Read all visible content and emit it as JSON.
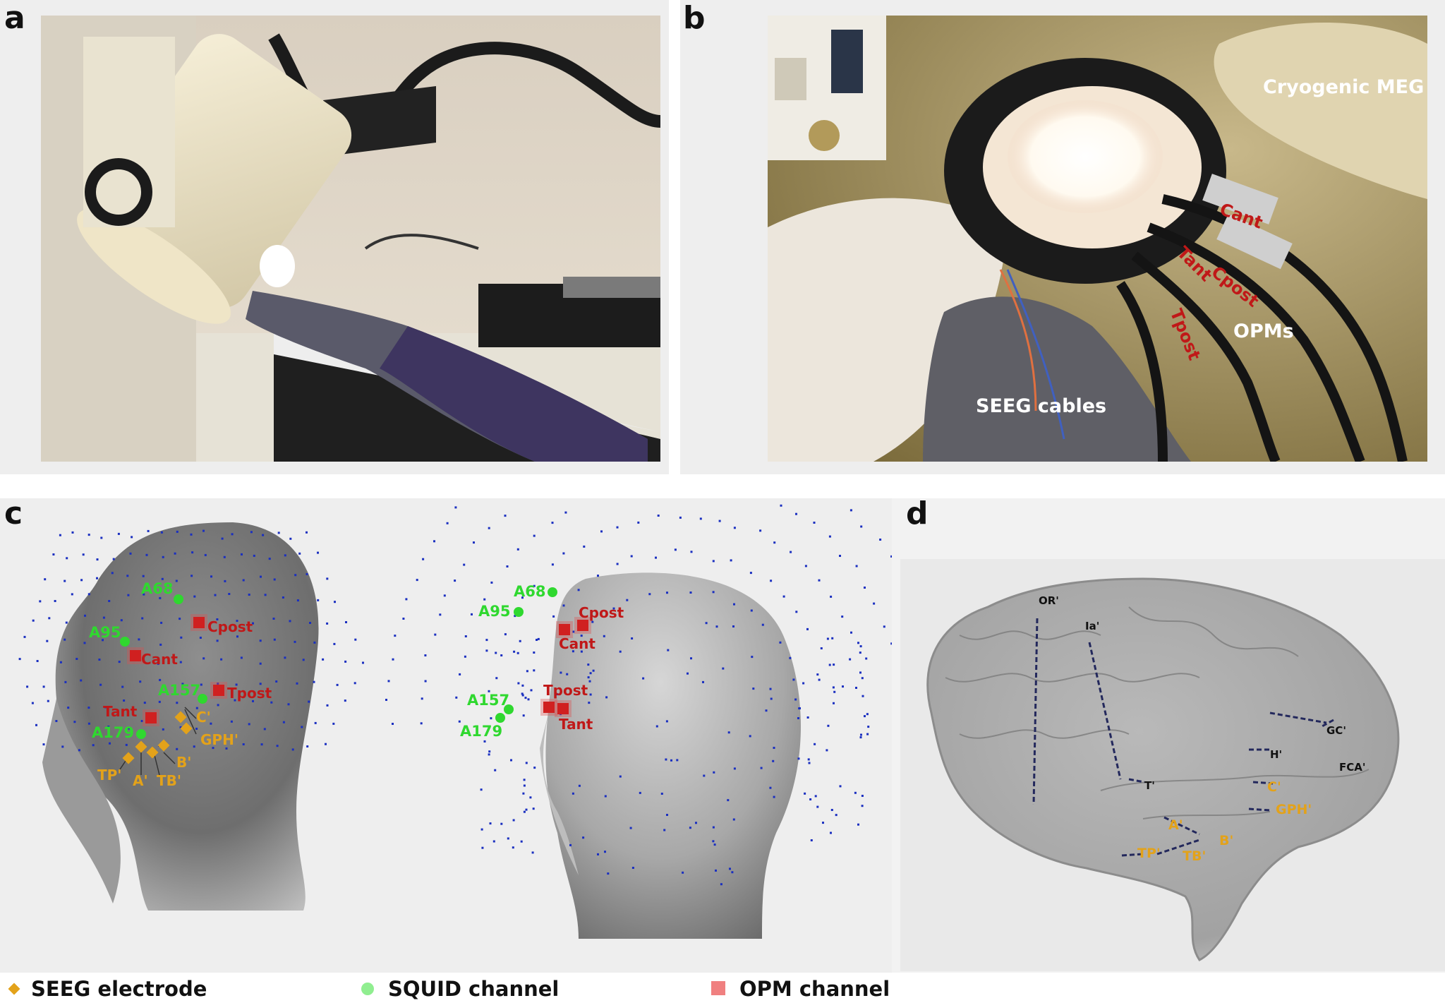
{
  "panels": {
    "a": {
      "letter": "a"
    },
    "b": {
      "letter": "b",
      "labels": {
        "cryogenic": "Cryogenic MEG",
        "opms": "OPMs",
        "seeg": "SEEG cables",
        "cant": "Cant",
        "tant": "Tant",
        "cpost": "Cpost",
        "tpost": "Tpost"
      }
    },
    "c": {
      "letter": "c",
      "left": {
        "squid": [
          "A68",
          "A95",
          "A157",
          "A179"
        ],
        "opm": [
          "Cpost",
          "Cant",
          "Tpost",
          "Tant"
        ],
        "seeg": [
          "C'",
          "GPH'",
          "B'",
          "TB'",
          "A'",
          "TP'"
        ]
      },
      "right": {
        "squid": [
          "A68",
          "A95",
          "A157",
          "A179"
        ],
        "opm": [
          "Cpost",
          "Cant",
          "Tpost",
          "Tant"
        ]
      }
    },
    "d": {
      "letter": "d",
      "black_labels": [
        "OR'",
        "Ia'",
        "T'",
        "H'",
        "GC'",
        "FCA'"
      ],
      "orange_labels": [
        "C'",
        "GPH'",
        "A'",
        "B'",
        "TP'",
        "TB'"
      ]
    }
  },
  "legend": {
    "seeg": "SEEG electrode",
    "squid": "SQUID channel",
    "opm": "OPM channel"
  },
  "colors": {
    "opm_red": "#c01818",
    "squid_green": "#2fd82f",
    "seeg_orange": "#e3a21a",
    "sensor_blue": "#1a2fc0"
  }
}
